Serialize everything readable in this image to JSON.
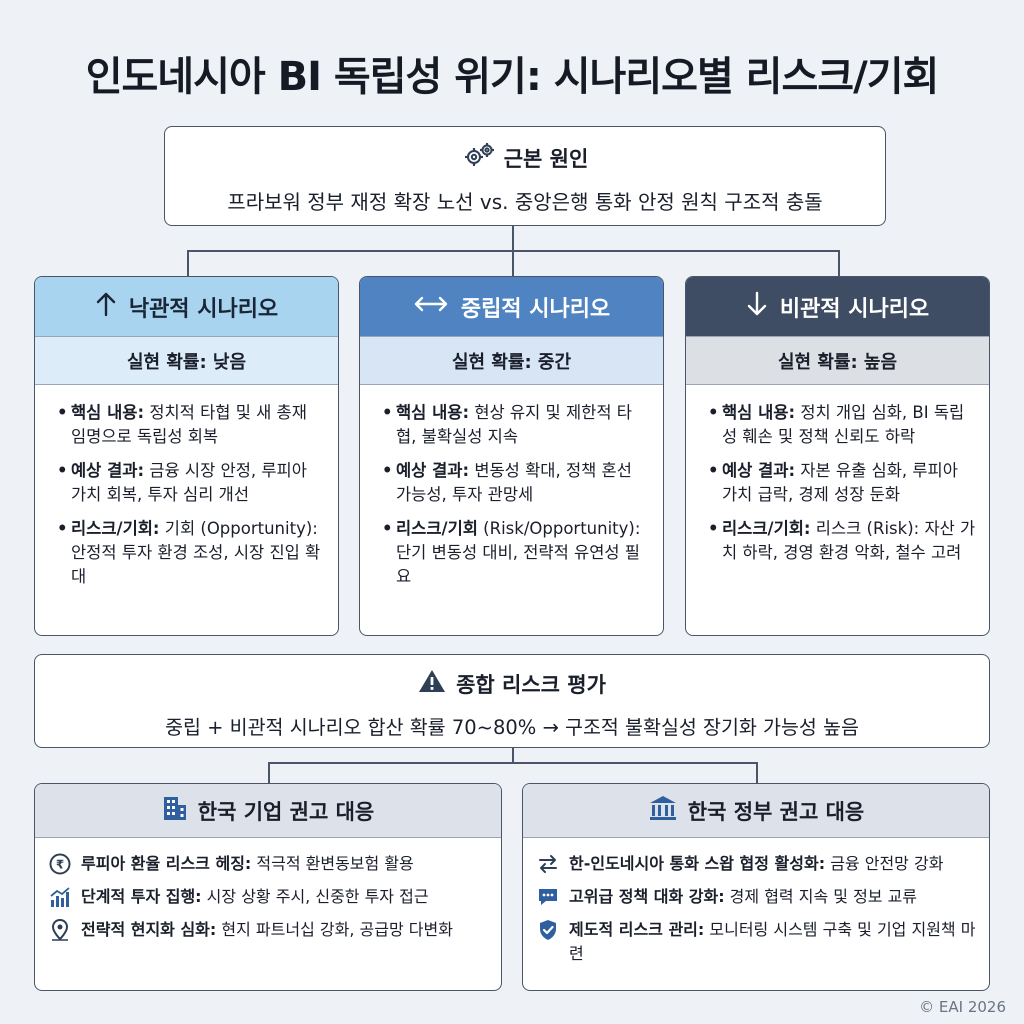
{
  "title": "인도네시아 BI 독립성 위기: 시나리오별 리스크/기회",
  "root_cause": {
    "icon": "gears-icon",
    "heading": "근본 원인",
    "text": "프라보워 정부 재정 확장 노선 vs. 중앙은행 통화 안정 원칙 구조적 충돌"
  },
  "scenarios": [
    {
      "icon": "arrow-up-icon",
      "title": "낙관적 시나리오",
      "probability": "실현 확률: 낮음",
      "items": [
        {
          "label": "핵심 내용:",
          "text": " 정치적 타협 및 새 총재 임명으로 독립성 회복"
        },
        {
          "label": "예상 결과:",
          "text": " 금융 시장 안정, 루피아 가치 회복, 투자 심리 개선"
        },
        {
          "label": "리스크/기회:",
          "text": " 기회 (Opportunity): 안정적 투자 환경 조성, 시장 진입 확대"
        }
      ]
    },
    {
      "icon": "arrow-left-right-icon",
      "title": "중립적 시나리오",
      "probability": "실현 확률: 중간",
      "items": [
        {
          "label": "핵심 내용:",
          "text": " 현상 유지 및 제한적 타협, 불확실성 지속"
        },
        {
          "label": "예상 결과:",
          "text": " 변동성 확대, 정책 혼선 가능성, 투자 관망세"
        },
        {
          "label": "리스크/기회",
          "text": " (Risk/Opportunity): 단기 변동성 대비, 전략적 유연성 필요"
        }
      ]
    },
    {
      "icon": "arrow-down-icon",
      "title": "비관적 시나리오",
      "probability": "실현 확률: 높음",
      "items": [
        {
          "label": "핵심 내용:",
          "text": " 정치 개입 심화, BI 독립성 훼손 및 정책 신뢰도 하락"
        },
        {
          "label": "예상 결과:",
          "text": " 자본 유출 심화, 루피아 가치 급락, 경제 성장 둔화"
        },
        {
          "label": "리스크/기회:",
          "text": " 리스크 (Risk): 자산 가치 하락, 경영 환경 악화, 철수 고려"
        }
      ]
    }
  ],
  "summary": {
    "icon": "warning-icon",
    "heading": "종합 리스크 평가",
    "text": "중립 + 비관적 시나리오 합산 확률 70~80% → 구조적 불확실성 장기화 가능성 높음"
  },
  "recommendations": [
    {
      "icon": "building-icon",
      "title": "한국 기업 권고 대응",
      "items": [
        {
          "icon": "currency-icon",
          "label": "루피아 환율 리스크 헤징:",
          "text": " 적극적 환변동보험 활용"
        },
        {
          "icon": "bar-chart-icon",
          "label": "단계적 투자 집행:",
          "text": " 시장 상황 주시, 신중한 투자 접근"
        },
        {
          "icon": "map-pin-icon",
          "label": "전략적 현지화 심화:",
          "text": " 현지 파트너십 강화, 공급망 다변화"
        }
      ]
    },
    {
      "icon": "government-icon",
      "title": "한국 정부 권고 대응",
      "items": [
        {
          "icon": "swap-icon",
          "label": "한-인도네시아 통화 스왑 협정 활성화:",
          "text": " 금융 안전망 강화"
        },
        {
          "icon": "chat-icon",
          "label": "고위급 정책 대화 강화:",
          "text": " 경제 협력 지속 및 정보 교류"
        },
        {
          "icon": "shield-check-icon",
          "label": "제도적 리스크 관리:",
          "text": " 모니터링 시스템 구축 및 기업 지원책 마련"
        }
      ]
    }
  ],
  "copyright": "© EAI 2026"
}
